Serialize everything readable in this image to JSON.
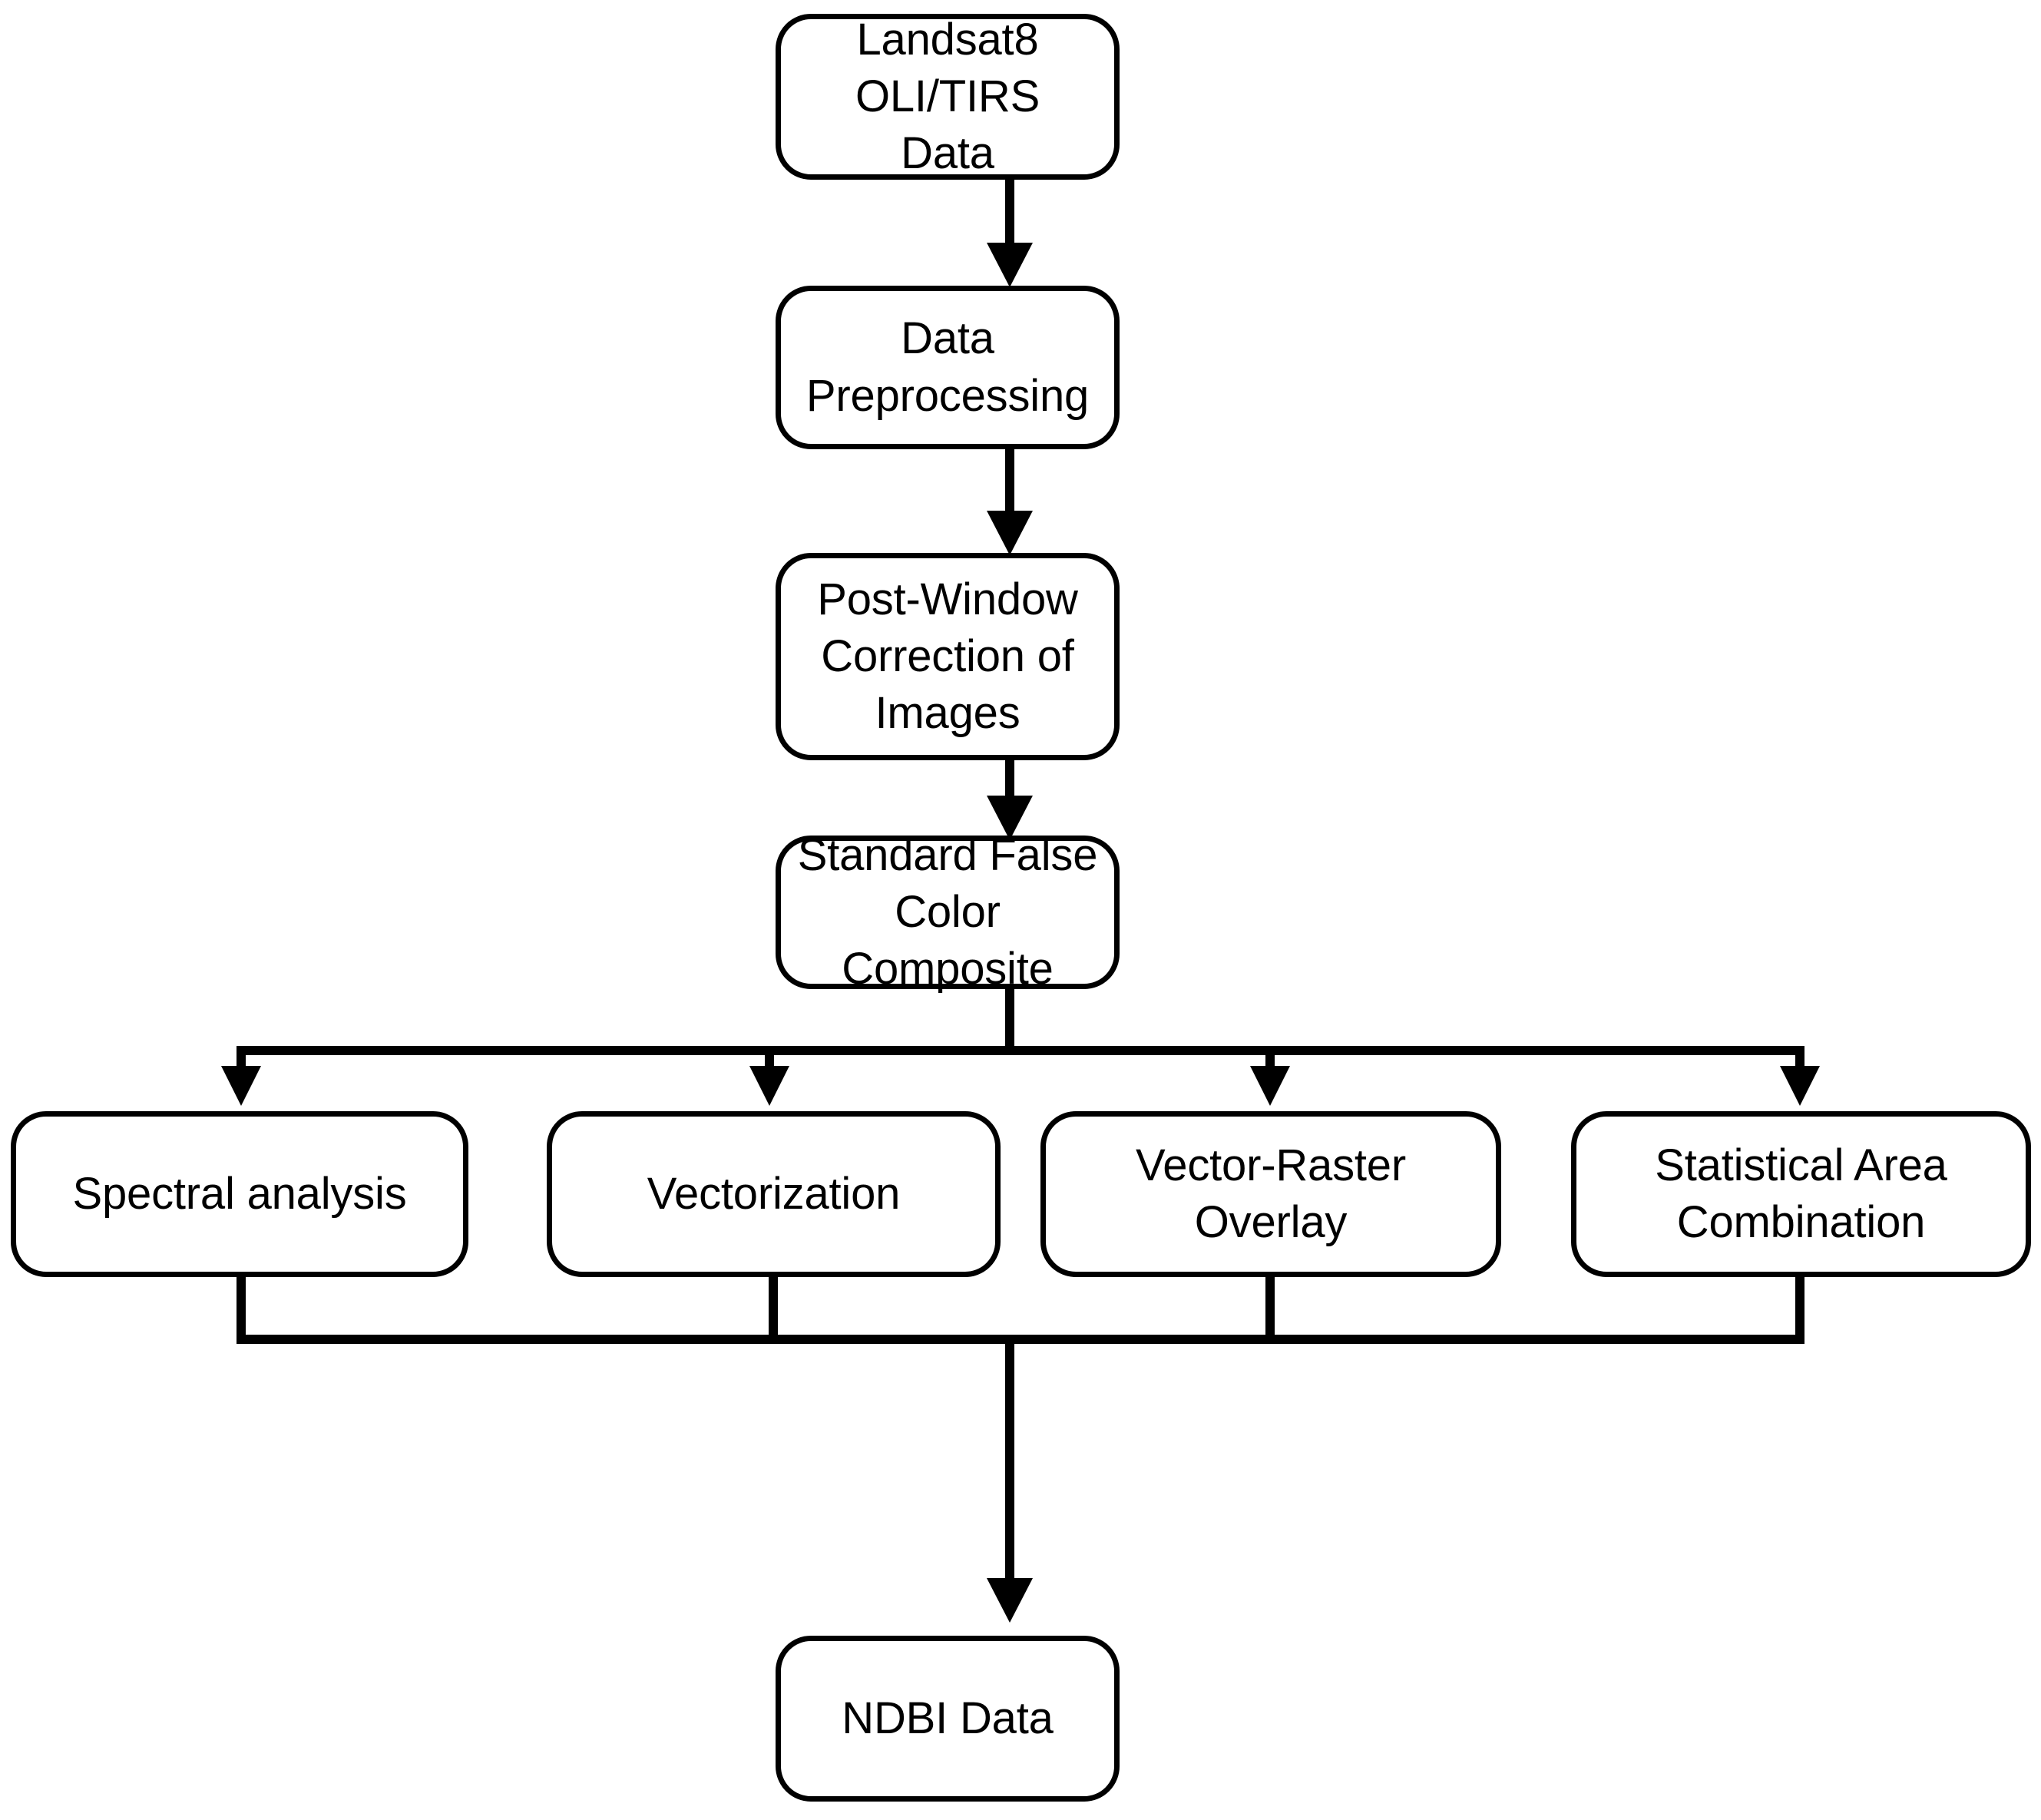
{
  "diagram": {
    "title": "Landsat8 NDBI Extraction Workflow",
    "type": "flowchart",
    "orientation": "top-to-bottom",
    "background_color": "#ffffff",
    "stroke_color": "#000000",
    "text_color": "#000000",
    "nodes": [
      {
        "id": "source",
        "label": "Landsat8 OLI/TIRS\nData",
        "shape": "rounded-rect",
        "stage": 1
      },
      {
        "id": "preproc",
        "label": "Data\nPreprocessing",
        "shape": "rounded-rect",
        "stage": 2
      },
      {
        "id": "correct",
        "label": "Post-Window\nCorrection of\nImages",
        "shape": "rounded-rect",
        "stage": 3
      },
      {
        "id": "composite",
        "label": "Standard False\nColor Composite",
        "shape": "rounded-rect",
        "stage": 4
      },
      {
        "id": "spectral",
        "label": "Spectral analysis",
        "shape": "rounded-rect",
        "stage": 5
      },
      {
        "id": "vector",
        "label": "Vectorization",
        "shape": "rounded-rect",
        "stage": 5
      },
      {
        "id": "overlay",
        "label": "Vector-Raster\nOverlay",
        "shape": "rounded-rect",
        "stage": 5
      },
      {
        "id": "statarea",
        "label": "Statistical Area\nCombination",
        "shape": "rounded-rect",
        "stage": 5
      },
      {
        "id": "ndbi",
        "label": "NDBI Data",
        "shape": "rounded-rect",
        "stage": 6
      }
    ],
    "edges": [
      {
        "from": "source",
        "to": "preproc",
        "style": "arrow-down"
      },
      {
        "from": "preproc",
        "to": "correct",
        "style": "arrow-down"
      },
      {
        "from": "correct",
        "to": "composite",
        "style": "arrow-down"
      },
      {
        "from": "composite",
        "to": "spectral",
        "style": "split-arrow-down"
      },
      {
        "from": "composite",
        "to": "vector",
        "style": "split-arrow-down"
      },
      {
        "from": "composite",
        "to": "overlay",
        "style": "split-arrow-down"
      },
      {
        "from": "composite",
        "to": "statarea",
        "style": "split-arrow-down"
      },
      {
        "from": "spectral",
        "to": "ndbi",
        "style": "merge-line"
      },
      {
        "from": "vector",
        "to": "ndbi",
        "style": "merge-line"
      },
      {
        "from": "overlay",
        "to": "ndbi",
        "style": "merge-line"
      },
      {
        "from": "statarea",
        "to": "ndbi",
        "style": "merge-line"
      }
    ]
  }
}
